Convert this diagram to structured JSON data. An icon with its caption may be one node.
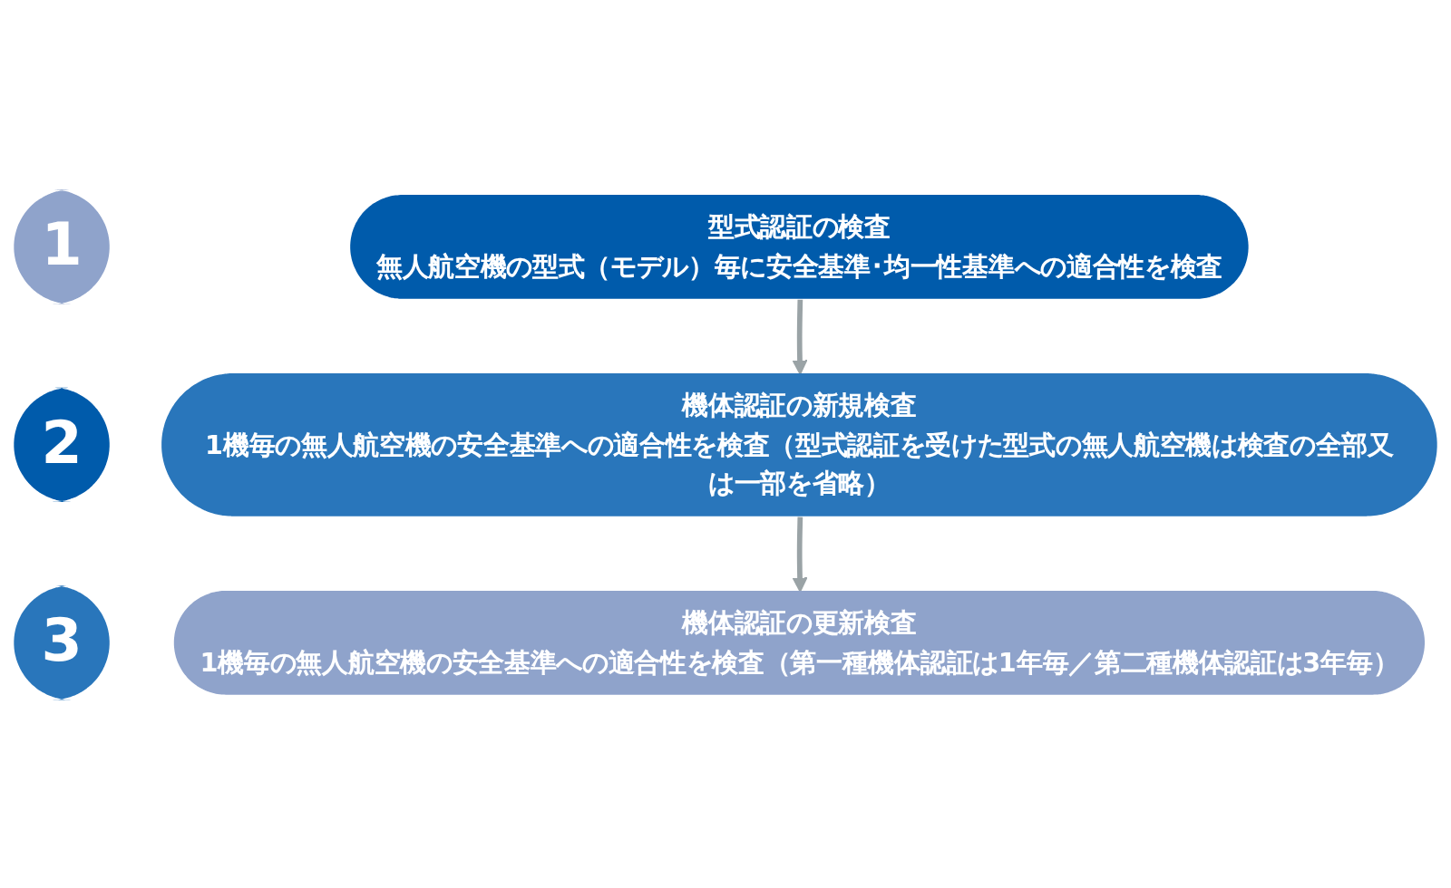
{
  "diagram": {
    "nodes": [
      {
        "text": [
          "1"
        ]
      },
      {
        "text": [
          "型式認証の検査",
          "無人航空機の型式（モデル）毎に安全基準･均一性基準への適合性を検査"
        ]
      },
      {
        "text": [
          "2"
        ]
      },
      {
        "text": [
          "機体認証の新規検査",
          "1機毎の無人航空機の安全基準への適合性を検査（型式認証を受けた型式の無人航空機は検査の全部又は一部を省略）"
        ]
      },
      {
        "text": [
          "3"
        ]
      },
      {
        "text": [
          "機体認証の更新検査",
          "1機毎の無人航空機の安全基準への適合性を検査（第一種機体認証は1年毎／第二種機体認証は3年毎）"
        ]
      }
    ],
    "edges": [
      {
        "from": 1,
        "to": 3,
        "arrow": "to"
      },
      {
        "from": 3,
        "to": 5,
        "arrow": "to"
      }
    ]
  }
}
